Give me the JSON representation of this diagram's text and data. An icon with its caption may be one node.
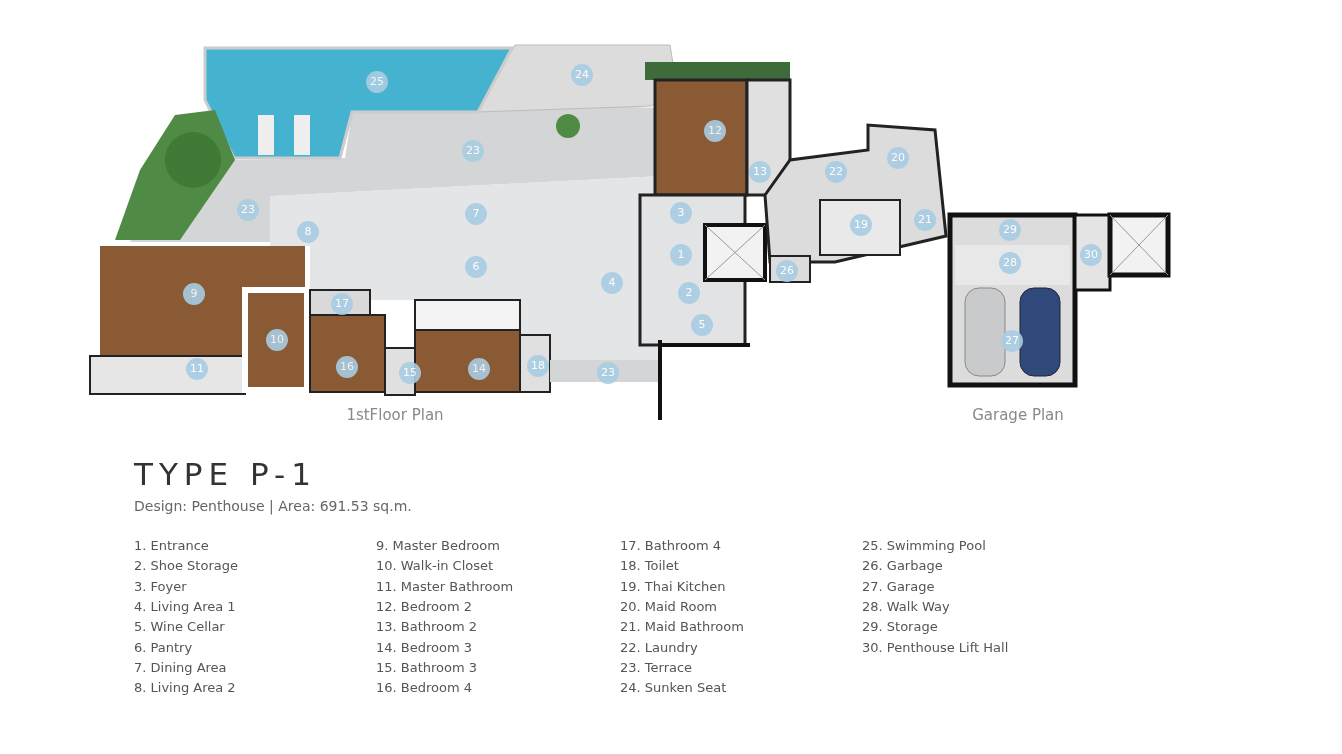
{
  "diagram": {
    "title": "TYPE P-1",
    "labels": [
      "25",
      "24",
      "12",
      "20",
      "23",
      "22",
      "13",
      "3",
      "21",
      "19",
      "23",
      "7",
      "8",
      "1",
      "29",
      "30",
      "6",
      "4",
      "26",
      "28",
      "9",
      "2",
      "17",
      "5",
      "10",
      "27",
      "16",
      "11",
      "15",
      "14",
      "18",
      "23",
      "1stFloor Plan",
      "Garage Plan",
      "Design: Penthouse | Area: 691.53 sq.m.",
      "1. Entrance",
      "2. Shoe Storage",
      "3. Foyer",
      "4. Living Area 1",
      "5. Wine Cellar",
      "6. Pantry",
      "7. Dining Area",
      "8. Living Area 2",
      "9. Master Bedroom",
      "10. Walk-in Closet",
      "11. Master Bathroom",
      "12. Bedroom 2",
      "13. Bathroom 2",
      "14. Bedroom 3",
      "15. Bathroom 3",
      "16. Bedroom 4",
      "17. Bathroom 4",
      "18. Toilet",
      "19. Thai Kitchen",
      "20. Maid Room",
      "21. Maid Bathroom",
      "22. Laundry",
      "23. Terrace",
      "24. Sunken Seat",
      "25. Swimming Pool",
      "26. Garbage",
      "27. Garage",
      "28. Walk Way",
      "29. Storage",
      "30. Penthouse Lift Hall"
    ]
  }
}
